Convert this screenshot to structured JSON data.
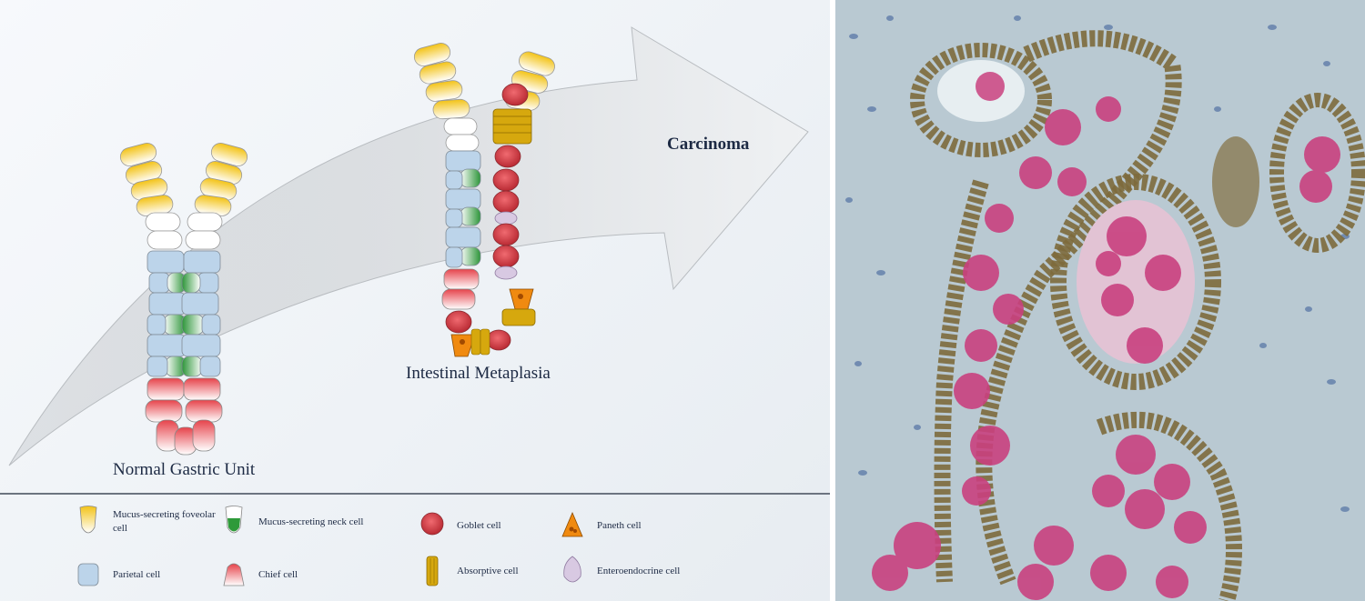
{
  "diagram": {
    "stages": {
      "normal": "Normal Gastric Unit",
      "metaplasia": "Intestinal Metaplasia",
      "carcinoma": "Carcinoma"
    },
    "legend": [
      {
        "label": "Mucus-secreting foveolar cell",
        "icon": "foveolar-cell-icon",
        "color": "#f2c21a"
      },
      {
        "label": "Mucus-secreting neck cell",
        "icon": "neck-cell-icon",
        "color": "#2e9a3a"
      },
      {
        "label": "Goblet cell",
        "icon": "goblet-cell-icon",
        "color": "#d9474f"
      },
      {
        "label": "Paneth cell",
        "icon": "paneth-cell-icon",
        "color": "#f08a10"
      },
      {
        "label": "Parietal cell",
        "icon": "parietal-cell-icon",
        "color": "#b9d3ea"
      },
      {
        "label": "Chief cell",
        "icon": "chief-cell-icon",
        "color": "#e8464e"
      },
      {
        "label": "Absorptive cell",
        "icon": "absorptive-cell-icon",
        "color": "#d6a80e"
      },
      {
        "label": "Enteroendocrine cell",
        "icon": "enteroendocrine-cell-icon",
        "color": "#d8c9e2"
      }
    ]
  },
  "histology": {
    "stain_colors": {
      "mucin": "#c9417f",
      "nuclei": "#7d6a3c",
      "stroma": "#b9c9d2"
    }
  }
}
